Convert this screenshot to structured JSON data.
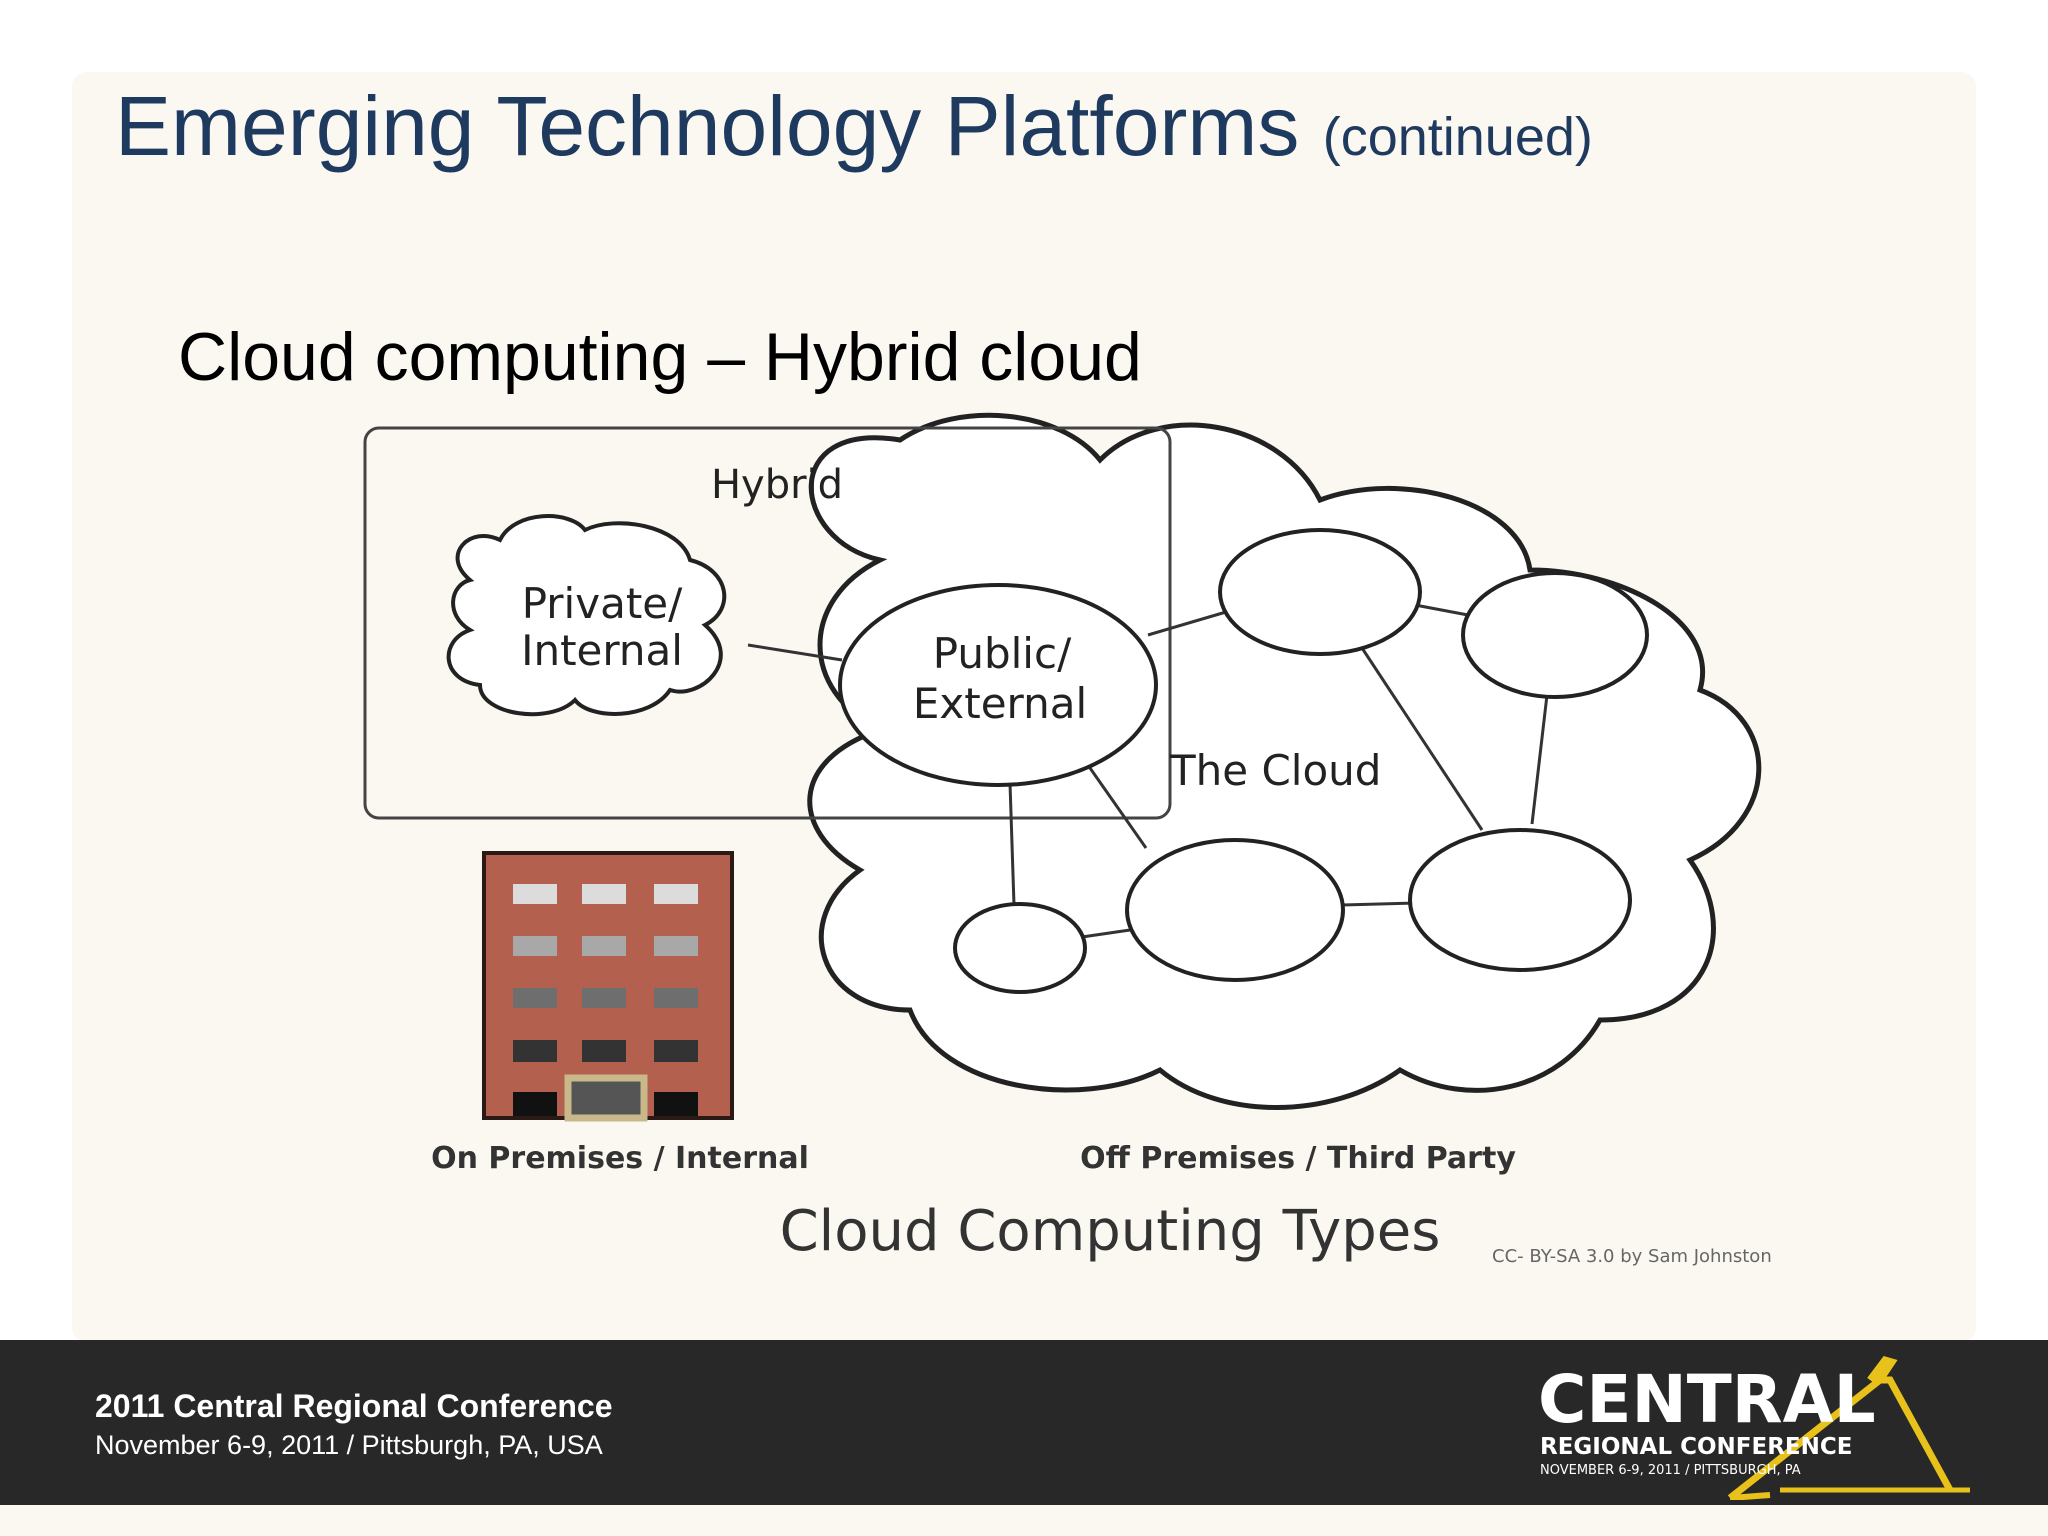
{
  "slide": {
    "title": "Emerging Technology Platforms",
    "title_suffix": "(continued)",
    "subtitle": "Cloud computing – Hybrid cloud"
  },
  "diagram": {
    "hybrid_label": "Hybrid",
    "private_label_1": "Private/",
    "private_label_2": "Internal",
    "public_label_1": "Public/",
    "public_label_2": "External",
    "cloud_label": "The Cloud",
    "on_premises_label": "On Premises / Internal",
    "off_premises_label": "Off Premises / Third Party",
    "caption": "Cloud Computing Types",
    "credit": "CC- BY-SA 3.0 by Sam Johnston"
  },
  "footer": {
    "conference": "2011 Central Regional Conference",
    "dates": "November 6-9, 2011   /   Pittsburgh, PA, USA",
    "logo_central": "CENTRAL",
    "logo_regional": "REGIONAL CONFERENCE",
    "logo_dates": "NOVEMBER 6-9, 2011 / PITTSBURGH, PA"
  },
  "colors": {
    "title": "#1f3a5f",
    "footer_bg": "#282828",
    "building": "#b4604e",
    "logo_gold": "#e8c21b"
  }
}
